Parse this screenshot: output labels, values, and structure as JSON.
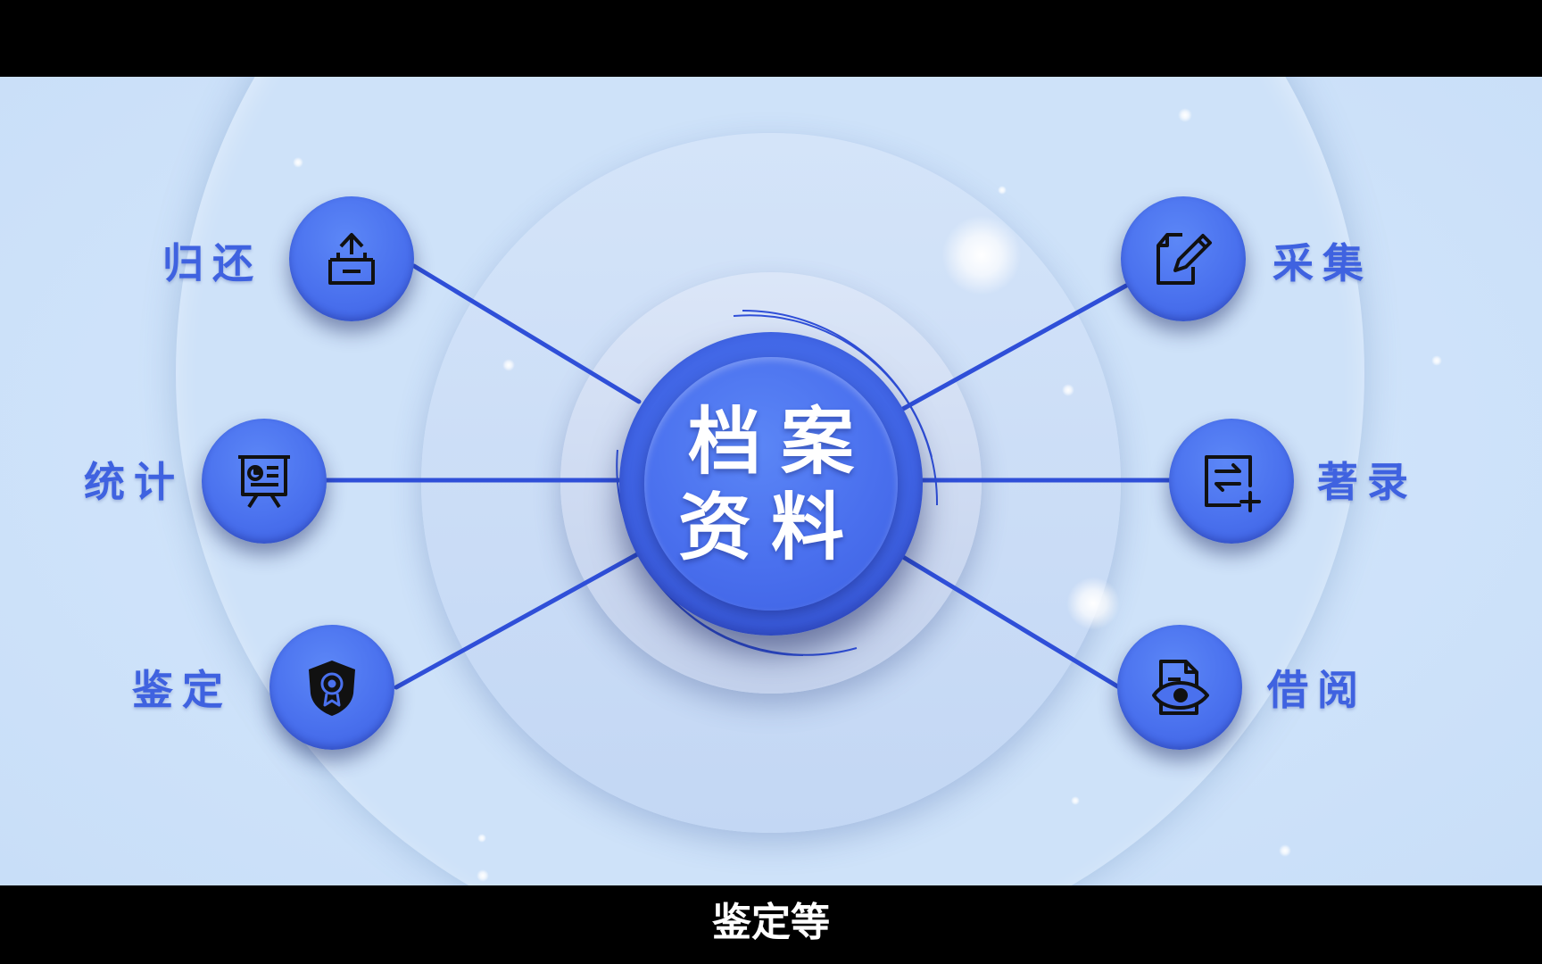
{
  "hub": {
    "title": "档案资料"
  },
  "nodes": {
    "return": {
      "label": "归还",
      "icon": "return-box-icon"
    },
    "statistics": {
      "label": "统计",
      "icon": "presentation-chart-icon"
    },
    "appraisal": {
      "label": "鉴定",
      "icon": "shield-badge-icon"
    },
    "collect": {
      "label": "采集",
      "icon": "edit-document-icon"
    },
    "catalog": {
      "label": "著录",
      "icon": "transfer-add-icon"
    },
    "borrow": {
      "label": "借阅",
      "icon": "document-eye-icon"
    }
  },
  "subtitle": "鉴定等",
  "colors": {
    "accent": "#4a70ee",
    "connector": "#2f4fd8",
    "background": "#cfe3fa",
    "label": "#3f62e0"
  }
}
